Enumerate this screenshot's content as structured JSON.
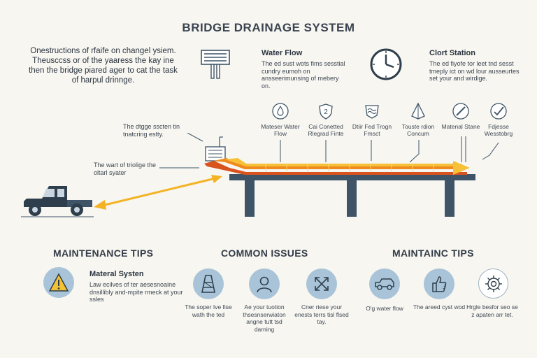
{
  "title": "BRIDGE DRAINAGE SYSTEM",
  "intro": "Onestructions of rfaife on changel ysiem. Theusccss or of the yaaress the kay ine then the bridge piared ager to cat the task of harpul drinnge.",
  "top_items": [
    {
      "heading": "Water Flow",
      "text": "The ed sust wots fims sesstial cundry eumoh on ansseerimunsing of mebery on.",
      "icon": "grate-icon"
    },
    {
      "heading": "Clort Station",
      "text": "The ed fiyofe tor leet tnd sesst tmeply ict on wd lour ausseurtes set your and wirdige.",
      "icon": "clock-icon"
    }
  ],
  "components": [
    {
      "label": "Mateser Water Flow",
      "icon": "drop-icon"
    },
    {
      "label": "Cai Conetted Rlegrad Finte",
      "icon": "shield-icon"
    },
    {
      "label": "Dtiir Fed Trogn Fmsct",
      "icon": "waves-icon"
    },
    {
      "label": "Touste rdion Concum",
      "icon": "funnel-icon"
    },
    {
      "label": "Matenal Stane",
      "icon": "pencil-icon"
    },
    {
      "label": "Fdjesse Wesstobrg",
      "icon": "check-icon"
    }
  ],
  "annotations": {
    "drainage_station": "The dtgge sscten tin tnatcring estty.",
    "outlet": "The wart of triolige the oltarl syater"
  },
  "sections": {
    "maintenance": "MAINTENANCE TIPS",
    "issues": "COMMON ISSUES",
    "maintaining": "MAINTAINC TIPS"
  },
  "maintenance_item": {
    "heading": "Materal Systen",
    "text": "Law ecilves of ter aesesnoaine dnsillibly and-mpite rmeck at your ssles",
    "icon": "warning-icon"
  },
  "issues": [
    {
      "text": "The soper Ive fise wath the ted",
      "icon": "tower-icon"
    },
    {
      "text": "Ae your tuotion thsesnserwiaton angne tutt tsd darning",
      "icon": "person-icon"
    },
    {
      "text": "Cner riese your enests terrs tisl flsed tay.",
      "icon": "arrows-icon"
    }
  ],
  "tips": [
    {
      "text": "O'g water flow",
      "icon": "truck-icon"
    },
    {
      "text": "The areed cyst wod",
      "icon": "thumbsup-icon"
    },
    {
      "text": "Hrgle besfor seo se z apaten arr tet.",
      "icon": "gear-icon"
    }
  ],
  "colors": {
    "pipe_orange": "#f08a1c",
    "pipe_yellow": "#f6c138",
    "deck_red": "#d9531e",
    "pillar": "#3f5466",
    "icon_blue": "#a9c4d8",
    "warning_yellow": "#f3c232"
  }
}
